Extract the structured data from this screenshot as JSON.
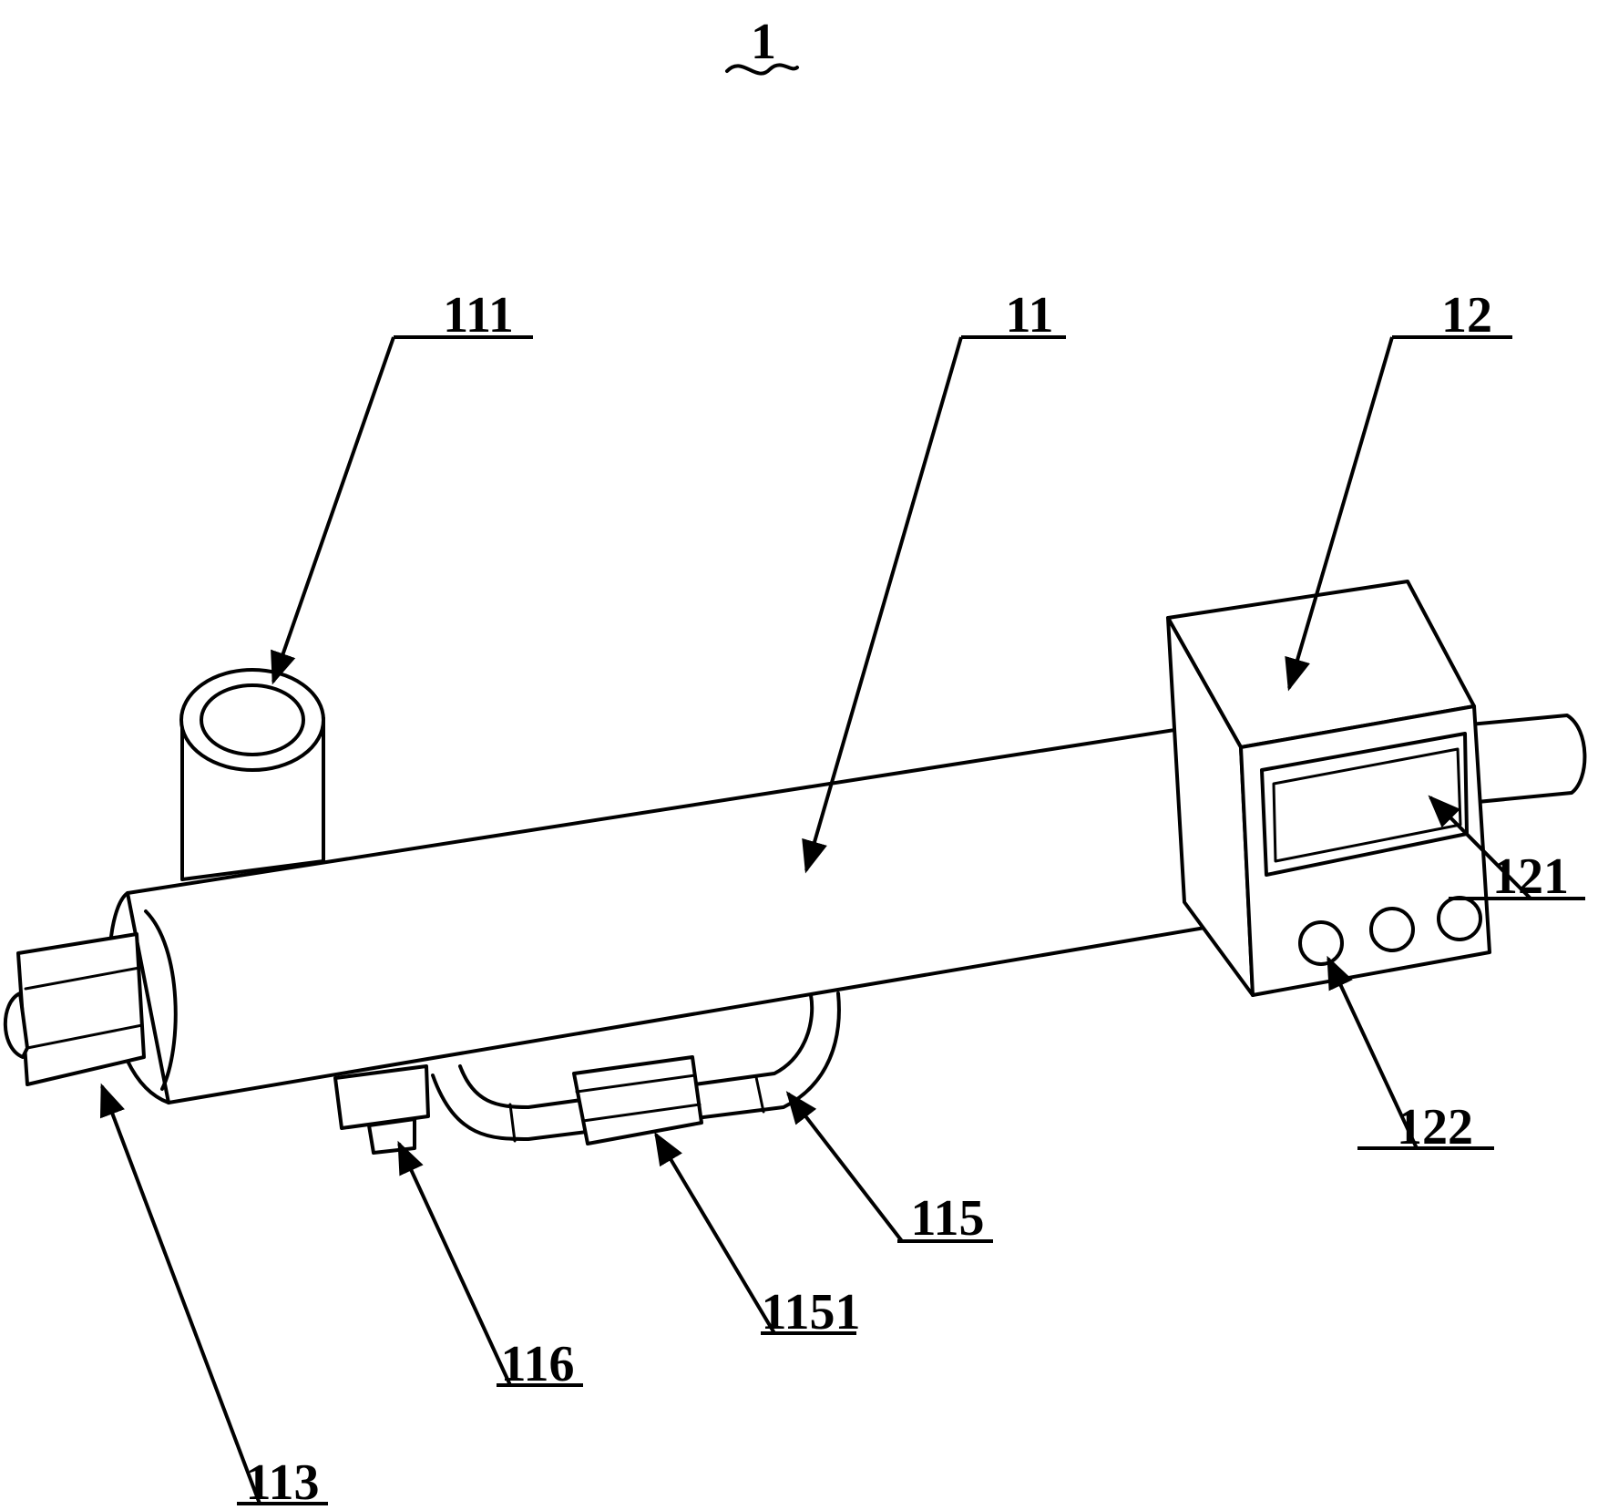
{
  "figure": {
    "assembly_label": "1",
    "callouts": [
      {
        "id": "111",
        "label": "111"
      },
      {
        "id": "11",
        "label": "11"
      },
      {
        "id": "12",
        "label": "12"
      },
      {
        "id": "121",
        "label": "121"
      },
      {
        "id": "122",
        "label": "122"
      },
      {
        "id": "113",
        "label": "113"
      },
      {
        "id": "116",
        "label": "116"
      },
      {
        "id": "1151",
        "label": "1151"
      },
      {
        "id": "115",
        "label": "115"
      }
    ]
  }
}
